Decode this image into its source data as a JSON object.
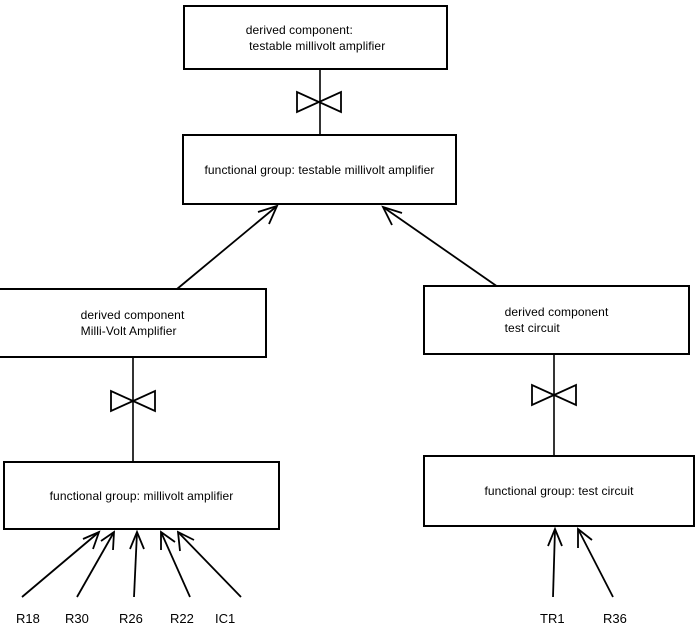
{
  "diagram": {
    "title": "derived component decomposition diagram",
    "background_color": "#ffffff",
    "line_color": "#000000",
    "nodes": [
      {
        "id": "derived-testable-millivolt-amplifier",
        "kind": "derived component",
        "line1": "derived component:",
        "line2": "testable millivolt amplifier",
        "text": "derived component:\n testable millivolt amplifier"
      },
      {
        "id": "fg-testable-millivolt-amplifier",
        "kind": "functional group",
        "line1": "functional group: testable millivolt amplifier",
        "line2": "",
        "text": "functional group: testable millivolt amplifier"
      },
      {
        "id": "derived-milli-volt-amplifier",
        "kind": "derived component",
        "line1": "derived component",
        "line2": "Milli-Volt Amplifier",
        "text": "derived component\nMilli-Volt Amplifier"
      },
      {
        "id": "derived-test-circuit",
        "kind": "derived component",
        "line1": "derived component",
        "line2": "test circuit",
        "text": "derived component\ntest circuit"
      },
      {
        "id": "fg-millivolt-amplifier",
        "kind": "functional group",
        "line1": "functional group: millivolt amplifier",
        "line2": "",
        "text": "functional group: millivolt amplifier"
      },
      {
        "id": "fg-test-circuit",
        "kind": "functional group",
        "line1": "functional group: test circuit",
        "line2": "",
        "text": "functional group: test circuit"
      }
    ],
    "leaf_labels": [
      {
        "id": "leaf-r18",
        "text": "R18"
      },
      {
        "id": "leaf-r30",
        "text": "R30"
      },
      {
        "id": "leaf-r26",
        "text": "R26"
      },
      {
        "id": "leaf-r22",
        "text": "R22"
      },
      {
        "id": "leaf-ic1",
        "text": "IC1"
      },
      {
        "id": "leaf-tr1",
        "text": "TR1"
      },
      {
        "id": "leaf-r36",
        "text": "R36"
      }
    ],
    "connectors": {
      "realization_symbol": "bowtie",
      "generalization_symbol": "open-arrowhead"
    }
  }
}
